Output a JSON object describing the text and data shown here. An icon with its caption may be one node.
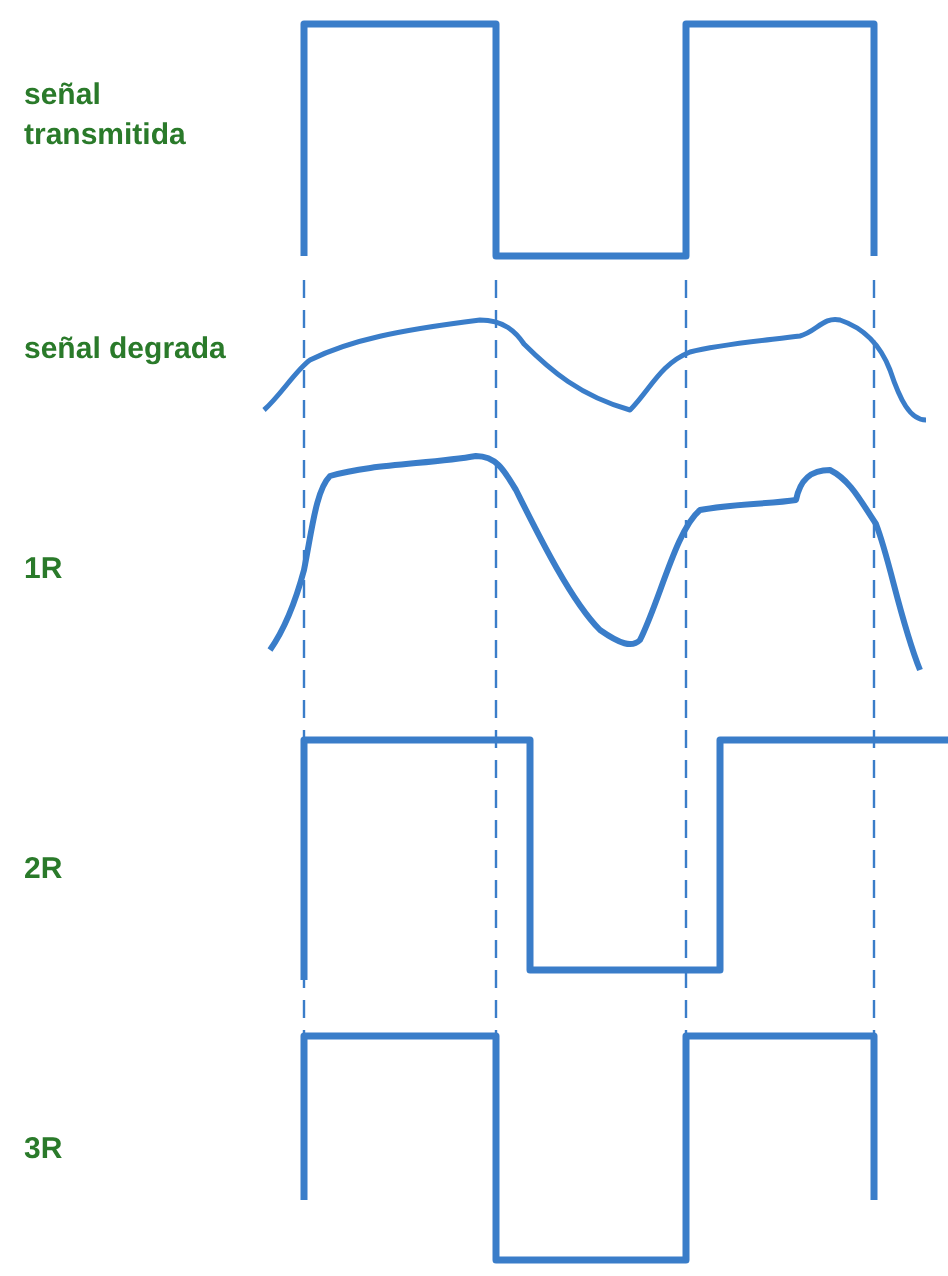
{
  "diagram": {
    "labels": [
      "señal transmitida",
      "señal degrada",
      "1R",
      "2R",
      "3R"
    ]
  }
}
